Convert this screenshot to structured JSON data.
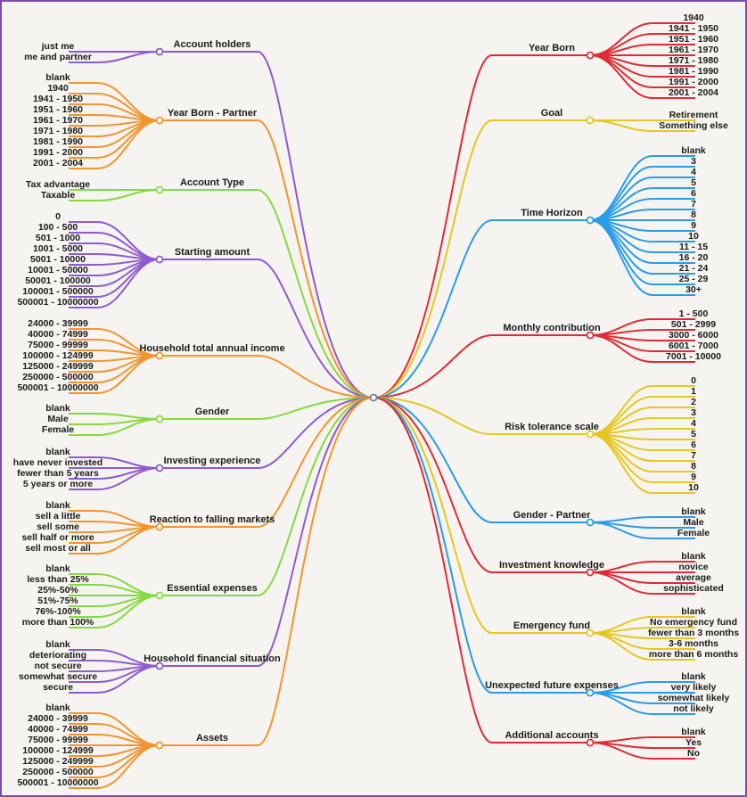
{
  "colors": {
    "purple": "#8e5bd0",
    "orange": "#f2952e",
    "green": "#86d93f",
    "red": "#e02b35",
    "yellow": "#e6c71e",
    "blue": "#2a9ce8"
  },
  "left_branches": [
    {
      "label": "Account holders",
      "color": "purple",
      "items": [
        "just me",
        "me and partner"
      ]
    },
    {
      "label": "Year Born - Partner",
      "color": "orange",
      "items": [
        "blank",
        "1940",
        "1941 - 1950",
        "1951 - 1960",
        "1961 - 1970",
        "1971 - 1980",
        "1981 - 1990",
        "1991 - 2000",
        "2001 - 2004"
      ]
    },
    {
      "label": "Account Type",
      "color": "green",
      "items": [
        "Tax advantage",
        "Taxable"
      ]
    },
    {
      "label": "Starting amount",
      "color": "purple",
      "items": [
        "0",
        "100 - 500",
        "501 - 1000",
        "1001 - 5000",
        "5001 - 10000",
        "10001 - 50000",
        "50001 - 100000",
        "100001 - 500000",
        "500001 - 10000000"
      ]
    },
    {
      "label": "Household total annual income",
      "color": "orange",
      "items": [
        "24000 - 39999",
        "40000 - 74999",
        "75000 - 99999",
        "100000 - 124999",
        "125000 - 249999",
        "250000 - 500000",
        "500001 - 10000000"
      ]
    },
    {
      "label": "Gender",
      "color": "green",
      "items": [
        "blank",
        "Male",
        "Female"
      ]
    },
    {
      "label": "Investing experience",
      "color": "purple",
      "items": [
        "blank",
        "have never invested",
        "fewer than 5 years",
        "5 years or more"
      ]
    },
    {
      "label": "Reaction to falling markets",
      "color": "orange",
      "items": [
        "blank",
        "sell a little",
        "sell some",
        "sell half or more",
        "sell most or all"
      ]
    },
    {
      "label": "Essential expenses",
      "color": "green",
      "items": [
        "blank",
        "less than 25%",
        "25%-50%",
        "51%-75%",
        "76%-100%",
        "more than 100%"
      ]
    },
    {
      "label": "Household financial situation",
      "color": "purple",
      "items": [
        "blank",
        "deteriorating",
        "not secure",
        "somewhat secure",
        "secure"
      ]
    },
    {
      "label": "Assets",
      "color": "orange",
      "items": [
        "blank",
        "24000 - 39999",
        "40000 - 74999",
        "75000 - 99999",
        "100000 - 124999",
        "125000 - 249999",
        "250000 - 500000",
        "500001 - 10000000"
      ]
    }
  ],
  "right_branches": [
    {
      "label": "Year Born",
      "color": "red",
      "items": [
        "1940",
        "1941 - 1950",
        "1951 - 1960",
        "1961 - 1970",
        "1971 - 1980",
        "1981 - 1990",
        "1991 - 2000",
        "2001 - 2004"
      ]
    },
    {
      "label": "Goal",
      "color": "yellow",
      "items": [
        "Retirement",
        "Something else"
      ]
    },
    {
      "label": "Time Horizon",
      "color": "blue",
      "items": [
        "blank",
        "3",
        "4",
        "5",
        "6",
        "7",
        "8",
        "9",
        "10",
        "11 - 15",
        "16 - 20",
        "21 - 24",
        "25 - 29",
        "30+"
      ]
    },
    {
      "label": "Monthly contribution",
      "color": "red",
      "items": [
        "1 - 500",
        "501 - 2999",
        "3000 - 6000",
        "6001 - 7000",
        "7001 - 10000"
      ]
    },
    {
      "label": "Risk tolerance scale",
      "color": "yellow",
      "items": [
        "0",
        "1",
        "2",
        "3",
        "4",
        "5",
        "6",
        "7",
        "8",
        "9",
        "10"
      ]
    },
    {
      "label": "Gender - Partner",
      "color": "blue",
      "items": [
        "blank",
        "Male",
        "Female"
      ]
    },
    {
      "label": "Investment knowledge",
      "color": "red",
      "items": [
        "blank",
        "novice",
        "average",
        "sophisticated"
      ]
    },
    {
      "label": "Emergency fund",
      "color": "yellow",
      "items": [
        "blank",
        "No emergency fund",
        "fewer than 3 months",
        "3-6 months",
        "more than 6 months"
      ]
    },
    {
      "label": "Unexpected future expenses",
      "color": "blue",
      "items": [
        "blank",
        "very likely",
        "somewhat likely",
        "not likely"
      ]
    },
    {
      "label": "Additional accounts",
      "color": "red",
      "items": [
        "blank",
        "Yes",
        "No"
      ]
    }
  ]
}
